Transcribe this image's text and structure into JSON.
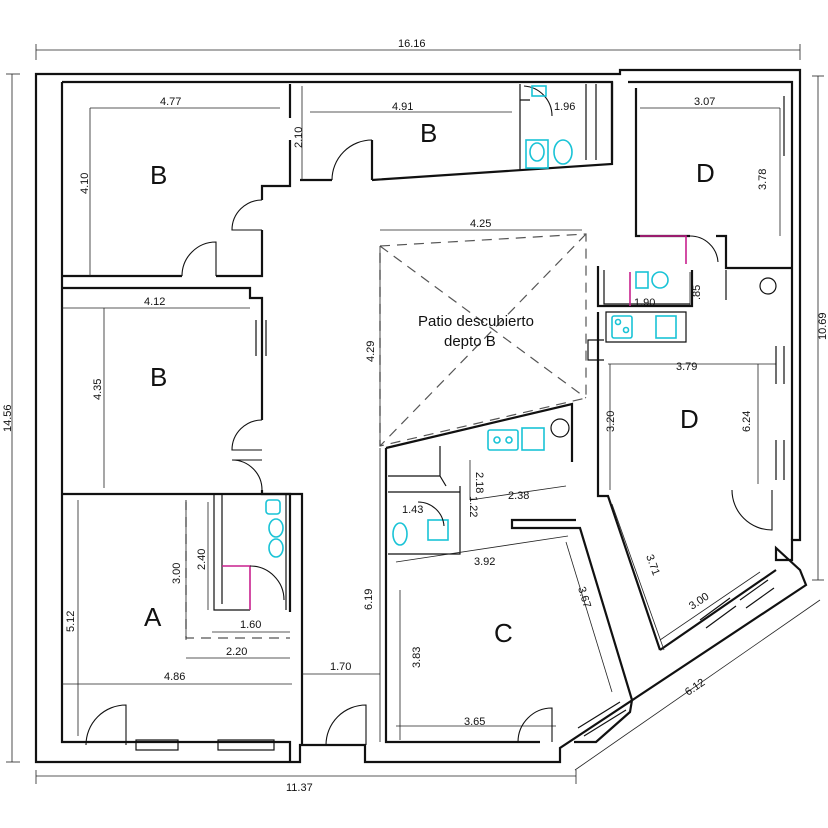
{
  "rooms": {
    "b_top_left": "B",
    "b_top_center": "B",
    "b_mid_left": "B",
    "d_top_right": "D",
    "d_right": "D",
    "a": "A",
    "c": "C"
  },
  "patio": {
    "line1": "Patio descubierto",
    "line2": "depto B"
  },
  "dims": {
    "total_width": "16.16",
    "total_height": "14.56",
    "bottom_width": "11.37",
    "right_height": "10.69",
    "diag_bottom_right": "6.12",
    "b1_width": "4.77",
    "b1_height": "4.10",
    "b2_width": "4.91",
    "b2_height": "2.10",
    "bath_top": "1.96",
    "d1_width": "3.07",
    "d1_height": "3.78",
    "patio_width": "4.25",
    "patio_height": "4.29",
    "b3_width": "4.12",
    "b3_height": "4.35",
    "d2_bath_w": "1.90",
    "d2_bath_h": ".85",
    "d2_width": "3.79",
    "d2_left": "3.20",
    "d2_right": "6.24",
    "d2_diag1": "3.71",
    "d2_diag2": "3.00",
    "c_k1": "2.18",
    "c_k2": "2.38",
    "c_bath_w": "1.43",
    "c_bath_h": "1.22",
    "c_width": "3.92",
    "c_diag": "3.67",
    "c_height": "3.83",
    "c_bottom": "3.65",
    "a_h1": "3.00",
    "a_h2": "2.40",
    "a_h3": "5.12",
    "a_bath_w": "1.60",
    "a_w2": "2.20",
    "a_width": "4.86",
    "corridor": "1.70",
    "corridor_h": "6.19"
  },
  "colors": {
    "fixtures": "#19c3d6",
    "accent": "#c8218e",
    "walls": "#111111"
  }
}
